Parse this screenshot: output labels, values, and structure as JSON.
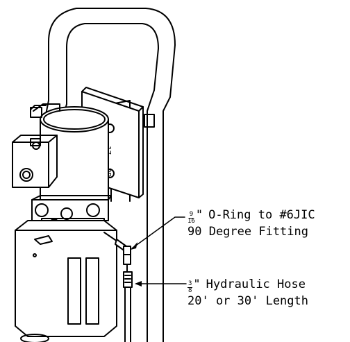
{
  "callouts": {
    "fitting": {
      "frac_num": "9",
      "frac_den": "16",
      "line1_rest": "O-Ring to #6JIC",
      "line2": "90 Degree Fitting"
    },
    "hose": {
      "frac_num": "3",
      "frac_den": "8",
      "line1_rest": "Hydraulic Hose",
      "line2": "20' or 30' Length"
    }
  },
  "label_plate": {
    "text1": "17",
    "text2": "BB"
  },
  "colors": {
    "line": "#000000",
    "background": "#ffffff"
  }
}
